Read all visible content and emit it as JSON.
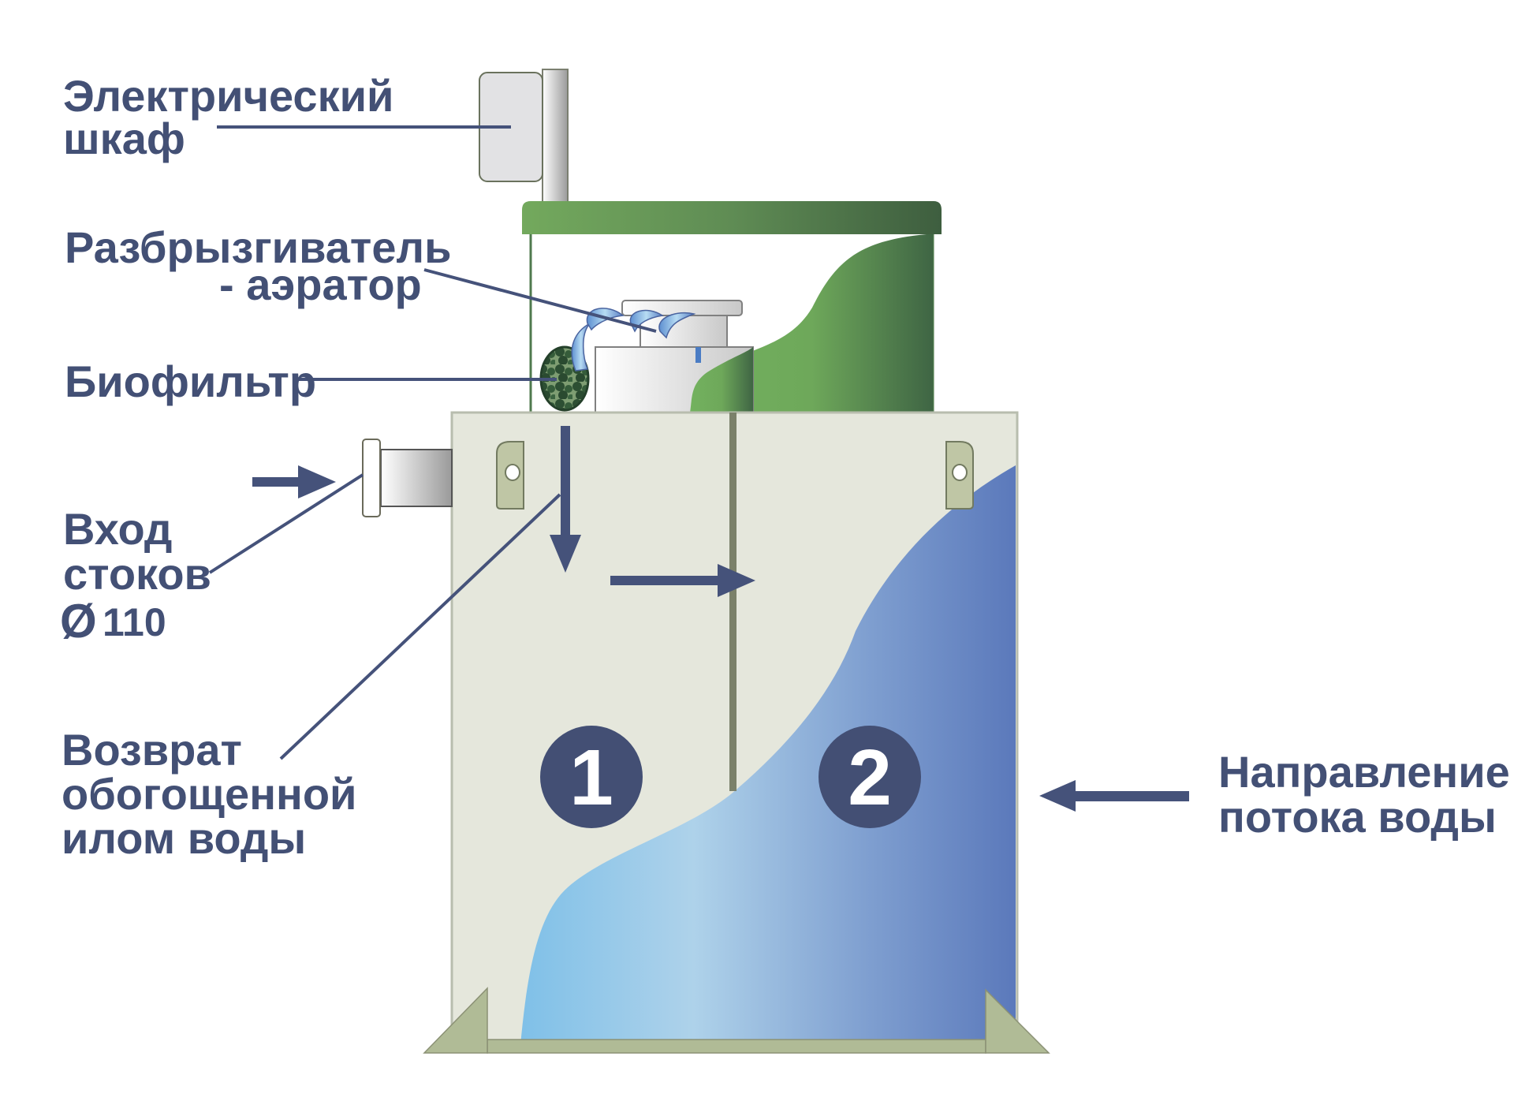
{
  "labels": {
    "cabinet": [
      "Электрический",
      "шкаф"
    ],
    "sprinkler": [
      "Разбрызгиватель",
      "- аэратор"
    ],
    "biofilter": "Биофильтр",
    "inlet": [
      "Вход",
      "стоков"
    ],
    "inlet_diameter_symbol": "Ø",
    "inlet_diameter": "110",
    "return": [
      "Возврат",
      "обогощенной",
      "илом воды"
    ],
    "flow_direction": [
      "Направление",
      "потока воды"
    ]
  },
  "chambers": [
    "1",
    "2"
  ],
  "colors": {
    "text": "#435075",
    "arrow": "#45527a",
    "tank": "#e5e7dc",
    "tank_border": "#b8bdae",
    "partition": "#7b816a",
    "lug": "#bfc6a5",
    "base": "#b0bb96",
    "lid_light": "#73a95d",
    "lid_dark": "#3e5e3f",
    "water_light": "#7fc0e8",
    "water_mid": "#aed2ea",
    "water_dark": "#5b79bb",
    "badge": "#434f74",
    "biofilter": "#2e4f35"
  }
}
